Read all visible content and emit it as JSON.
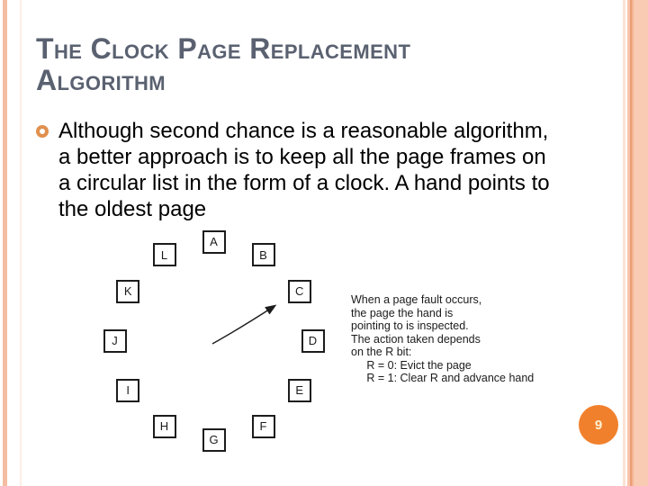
{
  "theme": {
    "title_color": "#5a6170",
    "accent_orange": "#f1802c",
    "badge_text_color": "#fdf2d3",
    "bullet_ring_color": "#e0904f",
    "diagram_ink": "#1c1c1c",
    "stripe_salmon": "#f4bca1",
    "stripe_faint": "#fdeee6",
    "stripe_light": "#fce2d4",
    "stripe_medium": "#f8c6ac",
    "stripe_dark": "#ea9d73",
    "stripe_mid2": "#f4b494",
    "stripe_wide": "#f9cbb2"
  },
  "slide": {
    "title": "The Clock Page Replacement\nAlgorithm",
    "page_number": "9"
  },
  "bullet_item": {
    "marker_icon": "ring-bullet-icon",
    "text": "Although second chance is a reasonable algorithm,\na better approach is to keep all the page frames on\na circular list in the form of a clock. A hand points to\nthe oldest page"
  },
  "diagram": {
    "type": "clock",
    "frames": [
      "A",
      "B",
      "C",
      "D",
      "E",
      "F",
      "G",
      "H",
      "I",
      "J",
      "K",
      "L"
    ],
    "hand_icon": "arrow-icon",
    "hand_points_to": "C",
    "annotation": "When a page fault occurs,\nthe page the hand is\npointing to is inspected.\nThe action taken depends\non the R bit:\n     R = 0: Evict the page\n     R = 1: Clear R and advance hand"
  }
}
